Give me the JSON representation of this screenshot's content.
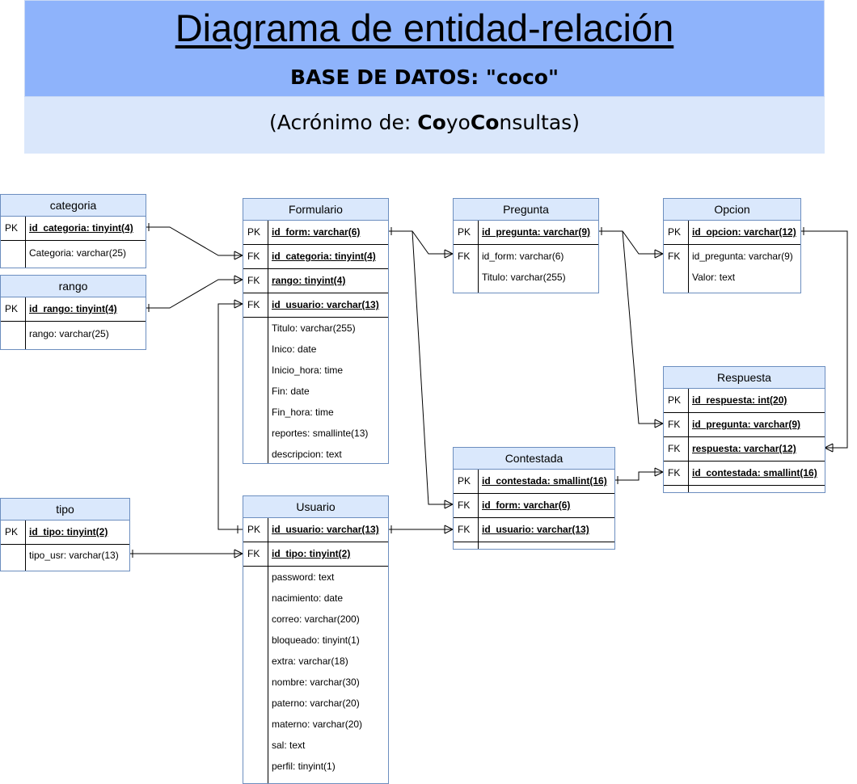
{
  "header": {
    "title": "Diagrama de entidad-relación",
    "subtitle": "BASE DE DATOS: \"coco\"",
    "acronym_prefix": "(Acrónimo de: ",
    "acronym_p1": "Co",
    "acronym_p2": "yo",
    "acronym_p3": "Co",
    "acronym_p4": "nsultas)"
  },
  "tables": {
    "categoria": {
      "title": "categoria",
      "keys": [
        {
          "k": "PK",
          "n": "id_categoria: tinyint(4)"
        }
      ],
      "fields": [
        "Categoria: varchar(25)"
      ]
    },
    "rango": {
      "title": "rango",
      "keys": [
        {
          "k": "PK",
          "n": "id_rango: tinyint(4)"
        }
      ],
      "fields": [
        "rango: varchar(25)"
      ]
    },
    "tipo": {
      "title": "tipo",
      "keys": [
        {
          "k": "PK",
          "n": "id_tipo: tinyint(2)"
        }
      ],
      "fields": [
        "tipo_usr: varchar(13)"
      ]
    },
    "formulario": {
      "title": "Formulario",
      "keys": [
        {
          "k": "PK",
          "n": "id_form: varchar(6)"
        },
        {
          "k": "FK",
          "n": "id_categoria: tinyint(4)"
        },
        {
          "k": "FK",
          "n": "rango: tinyint(4)"
        },
        {
          "k": "FK",
          "n": "id_usuario: varchar(13)"
        }
      ],
      "fields": [
        "Titulo: varchar(255)",
        "Inico: date",
        "Inicio_hora: time",
        "Fin: date",
        "Fin_hora: time",
        "reportes: smallinte(13)",
        "descripcion: text"
      ]
    },
    "usuario": {
      "title": "Usuario",
      "keys": [
        {
          "k": "PK",
          "n": "id_usuario: varchar(13)"
        },
        {
          "k": "FK",
          "n": "id_tipo: tinyint(2)"
        }
      ],
      "fields": [
        "password: text",
        "nacimiento: date",
        "correo: varchar(200)",
        "bloqueado: tinyint(1)",
        "extra: varchar(18)",
        "nombre: varchar(30)",
        "paterno: varchar(20)",
        "materno: varchar(20)",
        "sal: text",
        "perfil: tinyint(1)"
      ]
    },
    "pregunta": {
      "title": "Pregunta",
      "keys": [
        {
          "k": "PK",
          "n": "id_pregunta: varchar(9)"
        }
      ],
      "fields": [
        "id_form: varchar(6)",
        "Titulo: varchar(255)"
      ],
      "field_keys": [
        "FK",
        ""
      ]
    },
    "opcion": {
      "title": "Opcion",
      "keys": [
        {
          "k": "PK",
          "n": "id_opcion: varchar(12)"
        }
      ],
      "fields": [
        "id_pregunta: varchar(9)",
        "Valor: text"
      ],
      "field_keys": [
        "FK",
        ""
      ]
    },
    "respuesta": {
      "title": "Respuesta",
      "keys": [
        {
          "k": "PK",
          "n": "id_respuesta: int(20)"
        },
        {
          "k": "FK",
          "n": "id_pregunta: varchar(9)"
        },
        {
          "k": "FK",
          "n": "respuesta: varchar(12)"
        },
        {
          "k": "FK",
          "n": "id_contestada: smallint(16)"
        }
      ],
      "fields": []
    },
    "contestada": {
      "title": "Contestada",
      "keys": [
        {
          "k": "PK",
          "n": "id_contestada: smallint(16)"
        },
        {
          "k": "FK",
          "n": "id_form: varchar(6)"
        },
        {
          "k": "FK",
          "n": "id_usuario: varchar(13)"
        }
      ],
      "fields": []
    }
  },
  "colors": {
    "header_top": "#8eb3fb",
    "header_bottom": "#dae7fb",
    "table_header": "#dae8fc",
    "table_border": "#6c8ebf"
  }
}
